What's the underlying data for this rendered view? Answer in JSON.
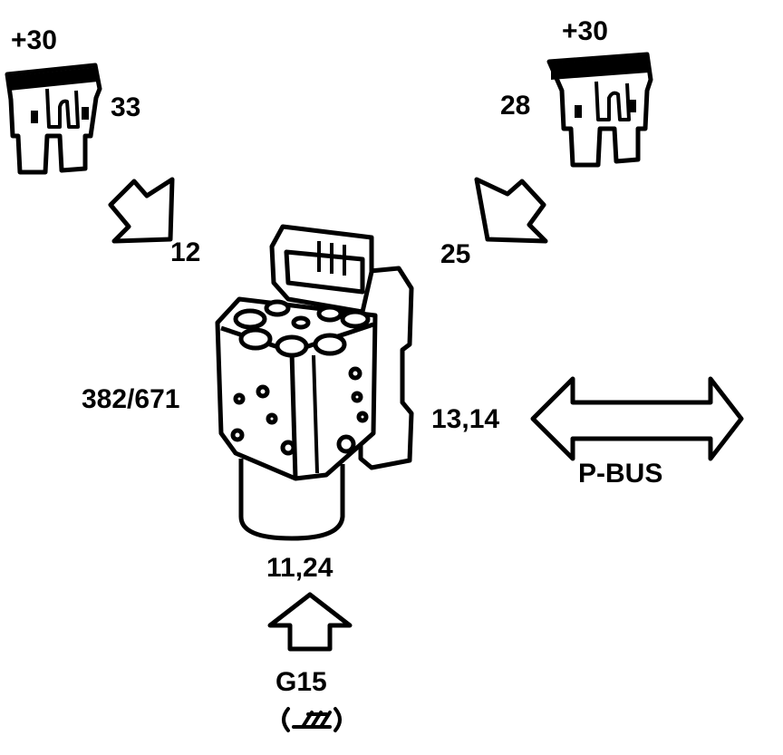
{
  "diagram": {
    "left_fuse": {
      "supply": "+30",
      "fuse_number": "33"
    },
    "right_fuse": {
      "supply": "+30",
      "fuse_number": "28"
    },
    "left_power_pin": "12",
    "right_power_pin": "25",
    "connector_label": "382/671",
    "bus_pins": "13,14",
    "bus_name": "P-BUS",
    "ground_pins": "11,24",
    "ground_point": "G15"
  },
  "colors": {
    "ink": "#000000",
    "paper": "#ffffff"
  },
  "icons": [
    "fuse-icon",
    "arrow-icon",
    "double-arrow-icon",
    "abs-module-icon",
    "ground-symbol-icon"
  ]
}
